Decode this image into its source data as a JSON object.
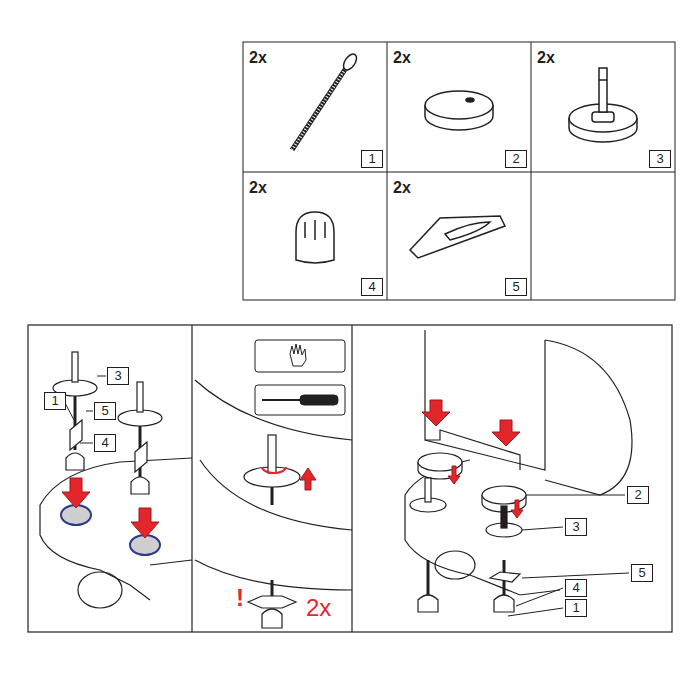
{
  "diagram": {
    "labels": [
      "2x",
      "1",
      "2x",
      "2",
      "2x",
      "3",
      "2x",
      "4",
      "2x",
      "5",
      "3",
      "1",
      "5",
      "4",
      "!",
      "2x",
      "2",
      "3",
      "5",
      "4",
      "1"
    ]
  }
}
